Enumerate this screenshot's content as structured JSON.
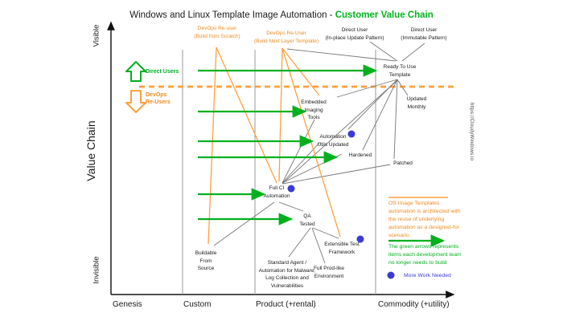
{
  "title": {
    "text": "Windows and Linux Template Image Automation - ",
    "highlight": "Customer Value Chain"
  },
  "y_axis": {
    "label": "Value Chain",
    "top": "Visible",
    "bottom": "Invisible"
  },
  "x_axis": {
    "genesis": "Genesis",
    "custom": "Custom",
    "product": "Product (+rental)",
    "commodity": "Commodity (+utility)"
  },
  "actors": {
    "devops_scratch": {
      "l1": "DevOps Re-user",
      "l2": "(Build from Scratch)"
    },
    "devops_layer": {
      "l1": "DevOps Re-User",
      "l2": "(Build Next Layer Template)"
    },
    "direct_inplace": {
      "l1": "Direct User",
      "l2": "(In-place Update Pattern)"
    },
    "direct_immutable": {
      "l1": "Direct User",
      "l2": "(Immutable Pattern)"
    }
  },
  "nodes": {
    "ready": {
      "l1": "Ready To Use",
      "l2": "Template"
    },
    "updated": {
      "l1": "Updated",
      "l2": "Monthly"
    },
    "embedded": {
      "l1": "Embedded",
      "l2": "Imaging",
      "l3": "Tools"
    },
    "autoutils": {
      "l1": "Automation",
      "l2": "Utils Updated"
    },
    "hardened": {
      "l1": "Hardened"
    },
    "patched": {
      "l1": "Patched"
    },
    "fullci": {
      "l1": "Full CI",
      "l2": "Automation"
    },
    "qa": {
      "l1": "QA",
      "l2": "Tested"
    },
    "buildable": {
      "l1": "Buildable",
      "l2": "From",
      "l3": "Source"
    },
    "stdagent": {
      "l1": "Standard Agent /",
      "l2": "Automation for Malware,",
      "l3": "Log Collection and",
      "l4": "Vulnerabilities"
    },
    "fullprod": {
      "l1": "Full Prod-like",
      "l2": "Environment"
    },
    "extensible": {
      "l1": "Extensible Test",
      "l2": "Framework"
    }
  },
  "legend_left": {
    "direct": "Direct Users",
    "devops_l1": "DevOps",
    "devops_l2": "Re-Users"
  },
  "legend_right": {
    "orange_l1": "OS Image Templates",
    "orange_l2": "automation is architected with",
    "orange_l3": "the reuse of underlying",
    "orange_l4": "automation as a designed-for",
    "orange_l5": "scenario.",
    "green_l1": "The green arrows represents",
    "green_l2": "items each development team",
    "green_l3": "no longer needs to build",
    "more_work": "More Work Needed"
  },
  "watermark": "https://CloudyWindows.io",
  "colors": {
    "green": "#00b01e",
    "orange_text": "#f08a1e",
    "orange_line": "#ffa03c",
    "blue_dot": "#3a3ad8"
  }
}
